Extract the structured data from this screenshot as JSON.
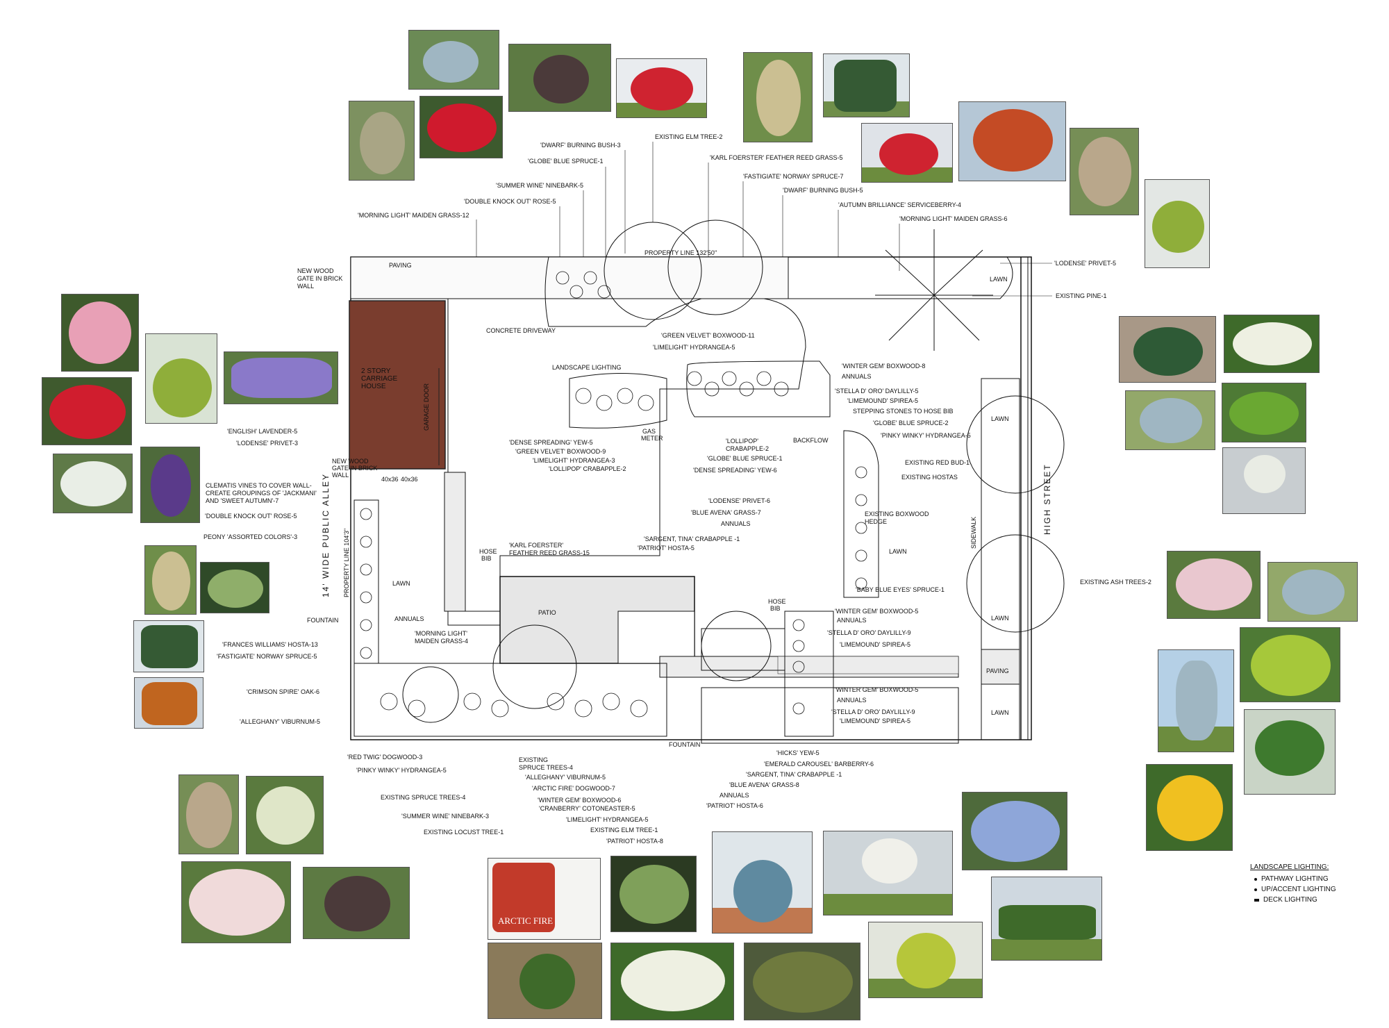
{
  "labels": {
    "dwarf_burning_bush_3": "'DWARF' BURNING BUSH-3",
    "existing_elm_tree_2": "EXISTING ELM TREE-2",
    "globe_blue_spruce_1_top": "'GLOBE' BLUE SPRUCE-1",
    "karl_foerster_5": "'KARL FOERSTER' FEATHER REED GRASS-5",
    "fastigiate_spruce_7": "'FASTIGIATE' NORWAY SPRUCE-7",
    "summer_wine_5": "'SUMMER WINE' NINEBARK-5",
    "dwarf_burning_bush_5": "'DWARF' BURNING BUSH-5",
    "double_knock_out_5_top": "'DOUBLE KNOCK OUT' ROSE-5",
    "autumn_brilliance_4": "'AUTUMN BRILLIANCE' SERVICEBERRY-4",
    "morning_light_12": "'MORNING LIGHT' MAIDEN GRASS-12",
    "morning_light_6": "'MORNING LIGHT' MAIDEN GRASS-6",
    "lodense_privet_5_top": "'LODENSE' PRIVET-5",
    "existing_pine_1": "EXISTING PINE-1",
    "new_wood_gate_1": "NEW WOOD",
    "new_wood_gate_2": "GATE IN BRICK",
    "new_wood_gate_3": "WALL",
    "paving_top": "PAVING",
    "property_line": "PROPERTY LINE  132'50\"",
    "lawn_top_right": "LAWN",
    "concrete_driveway": "CONCRETE DRIVEWAY",
    "green_velvet_11": "'GREEN VELVET' BOXWOOD-11",
    "limelight_5_top": "'LIMELIGHT' HYDRANGEA-5",
    "landscape_lighting": "LANDSCAPE LIGHTING",
    "winter_gem_8": "'WINTER GEM' BOXWOOD-8",
    "annuals_1": "ANNUALS",
    "stella_5": "'STELLA D' ORO' DAYLILLY-5",
    "limemound_5_a": "'LIMEMOUND' SPIREA-5",
    "stepping_stones": "STEPPING STONES TO HOSE BIB",
    "globe_blue_spruce_2": "'GLOBE' BLUE SPRUCE-2",
    "pinky_winky_5_right": "'PINKY WINKY' HYDRANGEA-5",
    "backflow": "BACKFLOW",
    "existing_red_bud": "EXISTING RED BUD-1",
    "existing_hostas": "EXISTING HOSTAS",
    "gas_meter_1": "GAS",
    "gas_meter_2": "METER",
    "carriage_house_1": "2 STORY",
    "carriage_house_2": "CARRIAGE",
    "carriage_house_3": "HOUSE",
    "garage_door": "GARAGE DOOR",
    "english_lavender": "'ENGLISH' LAVENDER-5",
    "lodense_privet_3": "'LODENSE' PRIVET-3",
    "dense_yew_5": "'DENSE SPREADING' YEW-5",
    "green_velvet_9": "'GREEN VELVET' BOXWOOD-9",
    "limelight_3": "'LIMELIGHT' HYDRANGEA-3",
    "lollipop_2_left": "'LOLLIPOP' CRABAPPLE-2",
    "lollipop_2_mid_1": "'LOLLIPOP'",
    "lollipop_2_mid_2": "CRABAPPLE-2",
    "globe_blue_spruce_1_mid": "'GLOBE' BLUE SPRUCE-1",
    "dense_yew_6": "'DENSE SPREADING' YEW-6",
    "new_wood_gate_b1": "NEW WOOD",
    "new_wood_gate_b2": "GATE IN BRICK",
    "new_wood_gate_b3": "WALL",
    "clematis_1": "CLEMATIS VINES TO COVER WALL-",
    "clematis_2": "CREATE GROUPINGS OF 'JACKMANI'",
    "clematis_3": "AND 'SWEET AUTUMN'-7",
    "double_knock_out_5_left": "'DOUBLE KNOCK OUT' ROSE-5",
    "peony": "PEONY 'ASSORTED COLORS'-3",
    "alley": "14'  WIDE  PUBLIC  ALLEY",
    "property_line_left": "PROPERTY LINE  104'3\"",
    "planter_1": "40x36",
    "planter_2": "40x36",
    "lodense_privet_6": "'LODENSE' PRIVET-6",
    "blue_avena_7": "'BLUE AVENA' GRASS-7",
    "annuals_2": "ANNUALS",
    "sargent_1_top": "'SARGENT, TINA' CRABAPPLE -1",
    "patriot_5": "'PATRIOT' HOSTA-5",
    "karl_foerster_15_1": "'KARL FOERSTER'",
    "karl_foerster_15_2": "FEATHER REED GRASS-15",
    "hose_bib_1": "HOSE",
    "hose_bib_2": "BIB",
    "existing_boxwood_1": "EXISTING BOXWOOD",
    "existing_boxwood_2": "HEDGE",
    "lawn_mid": "LAWN",
    "sidewalk": "SIDEWALK",
    "high_street": "HIGH  STREET",
    "lawn_right_1": "LAWN",
    "lawn_left": "LAWN",
    "baby_blue_eyes": "'BABY BLUE EYES' SPRUCE-1",
    "existing_ash": "EXISTING ASH TREES-2",
    "winter_gem_5_a": "'WINTER GEM' BOXWOOD-5",
    "annuals_3": "ANNUALS",
    "stella_9_a": "'STELLA D' ORO' DAYLILLY-9",
    "limemound_5_b": "'LIMEMOUND' SPIREA-5",
    "hose_bib_3": "HOSE",
    "hose_bib_4": "BIB",
    "fountain_left": "FOUNTAIN",
    "annuals_left": "ANNUALS",
    "patio": "PATIO",
    "morning_light_4_1": "'MORNING LIGHT'",
    "morning_light_4_2": "MAIDEN GRASS-4",
    "frances_williams": "'FRANCES WILLIAMS' HOSTA-13",
    "fastigiate_spruce_5": "'FASTIGIATE' NORWAY SPRUCE-5",
    "lawn_right_2": "LAWN",
    "paving_right": "PAVING",
    "lawn_right_3": "LAWN",
    "winter_gem_5_b": "'WINTER GEM' BOXWOOD-5",
    "annuals_4": "ANNUALS",
    "stella_9_b": "'STELLA D' ORO' DAYLILLY-9",
    "limemound_5_c": "'LIMEMOUND' SPIREA-5",
    "crimson_spire": "'CRIMSON SPIRE' OAK-6",
    "allegheny_5_left": "'ALLEGHANY' VIBURNUM-5",
    "fountain_bottom": "FOUNTAIN",
    "red_twig": "'RED TWIG' DOGWOOD-3",
    "pinky_winky_5_bottom": "'PINKY WINKY' HYDRANGEA-5",
    "existing_spruce_4_a_1": "EXISTING",
    "existing_spruce_4_a_2": "SPRUCE TREES-4",
    "allegheny_5_bottom": "'ALLEGHANY' VIBURNUM-5",
    "arctic_fire": "'ARCTIC FIRE' DOGWOOD-7",
    "existing_spruce_4_b": "EXISTING SPRUCE TREES-4",
    "winter_gem_6": "'WINTER GEM' BOXWOOD-6",
    "cranberry_5": "'CRANBERRY' COTONEASTER-5",
    "summer_wine_3": "'SUMMER WINE' NINEBARK-3",
    "limelight_5_bottom": "'LIMELIGHT' HYDRANGEA-5",
    "existing_locust": "EXISTING LOCUST TREE-1",
    "existing_elm_1": "EXISTING ELM TREE-1",
    "patriot_8": "'PATRIOT' HOSTA-8",
    "hicks_yew": "'HICKS' YEW-5",
    "emerald_carousel": "'EMERALD CAROUSEL' BARBERRY-6",
    "sargent_1_bottom": "'SARGENT, TINA' CRABAPPLE -1",
    "blue_avena_8": "'BLUE AVENA' GRASS-8",
    "annuals_5": "ANNUALS",
    "patriot_6": "'PATRIOT' HOSTA-6"
  },
  "legend": {
    "title": "LANDSCAPE LIGHTING:",
    "items": [
      "PATHWAY LIGHTING",
      "UP/ACCENT LIGHTING",
      "DECK LIGHTING"
    ]
  },
  "photo_card": {
    "title": "ARCTIC FIRE"
  },
  "colors": {
    "carriage_house": "#7a3d2e",
    "line": "#111111",
    "patio_fill": "#e6e6e6"
  }
}
